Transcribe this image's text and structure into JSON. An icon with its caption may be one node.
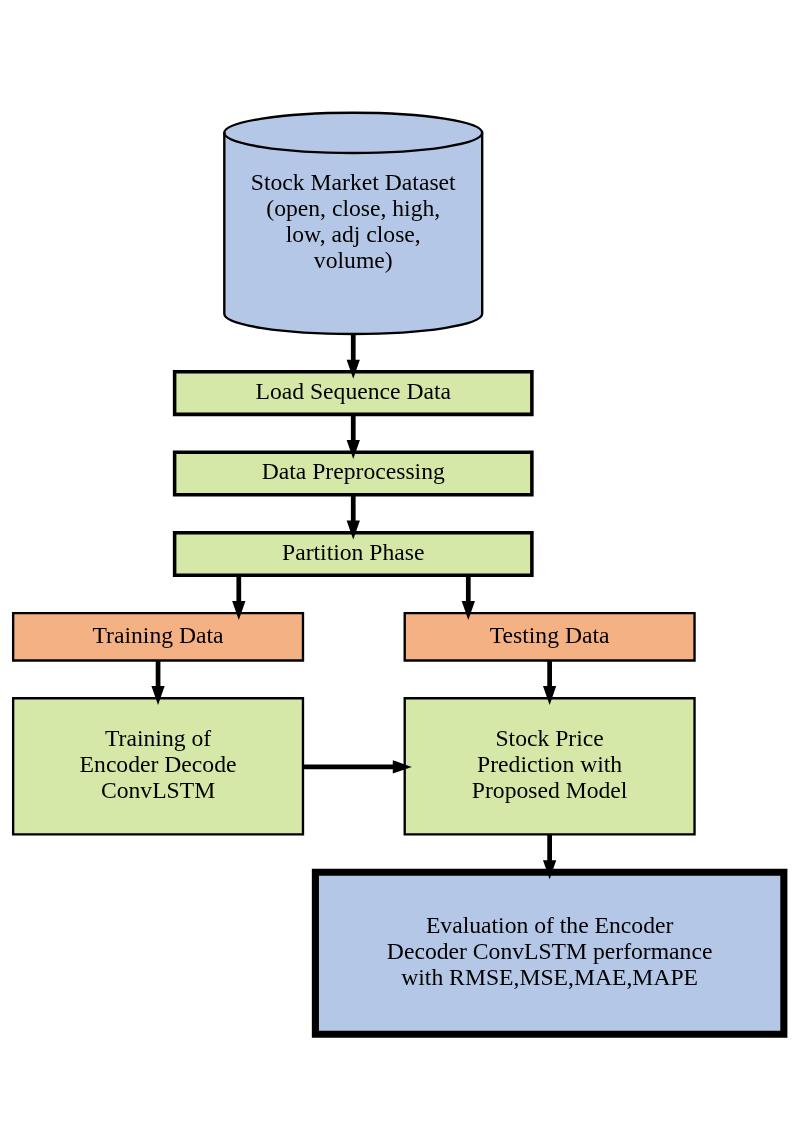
{
  "diagram": {
    "nodes": [
      {
        "text": [
          "Stock Market Dataset (open, close, high, low, adj close, volume)"
        ]
      },
      {
        "text": [
          "Load Sequence Data"
        ]
      },
      {
        "text": [
          "Data Preprocessing"
        ]
      },
      {
        "text": [
          "Partition Phase"
        ]
      },
      {
        "text": [
          "Training Data"
        ]
      },
      {
        "text": [
          "Testing Data"
        ]
      },
      {
        "text": [
          "Training of Encoder Decode ConvLSTM"
        ]
      },
      {
        "text": [
          "Stock Price Prediction with Proposed Model"
        ]
      },
      {
        "text": [
          "Evaluation of the Encoder Decoder ConvLSTM performance with RMSE,MSE,MAE,MAPE"
        ]
      }
    ],
    "edges": [
      {
        "from": 0,
        "to": 1,
        "arrow": "to"
      },
      {
        "from": 1,
        "to": 2,
        "arrow": "to"
      },
      {
        "from": 2,
        "to": 3,
        "arrow": "to"
      },
      {
        "from": 3,
        "to": 4,
        "arrow": "to"
      },
      {
        "from": 3,
        "to": 5,
        "arrow": "to"
      },
      {
        "from": 4,
        "to": 6,
        "arrow": "to"
      },
      {
        "from": 5,
        "to": 7,
        "arrow": "to"
      },
      {
        "from": 6,
        "to": 7,
        "arrow": "to"
      },
      {
        "from": 7,
        "to": 8,
        "arrow": "to"
      }
    ]
  }
}
